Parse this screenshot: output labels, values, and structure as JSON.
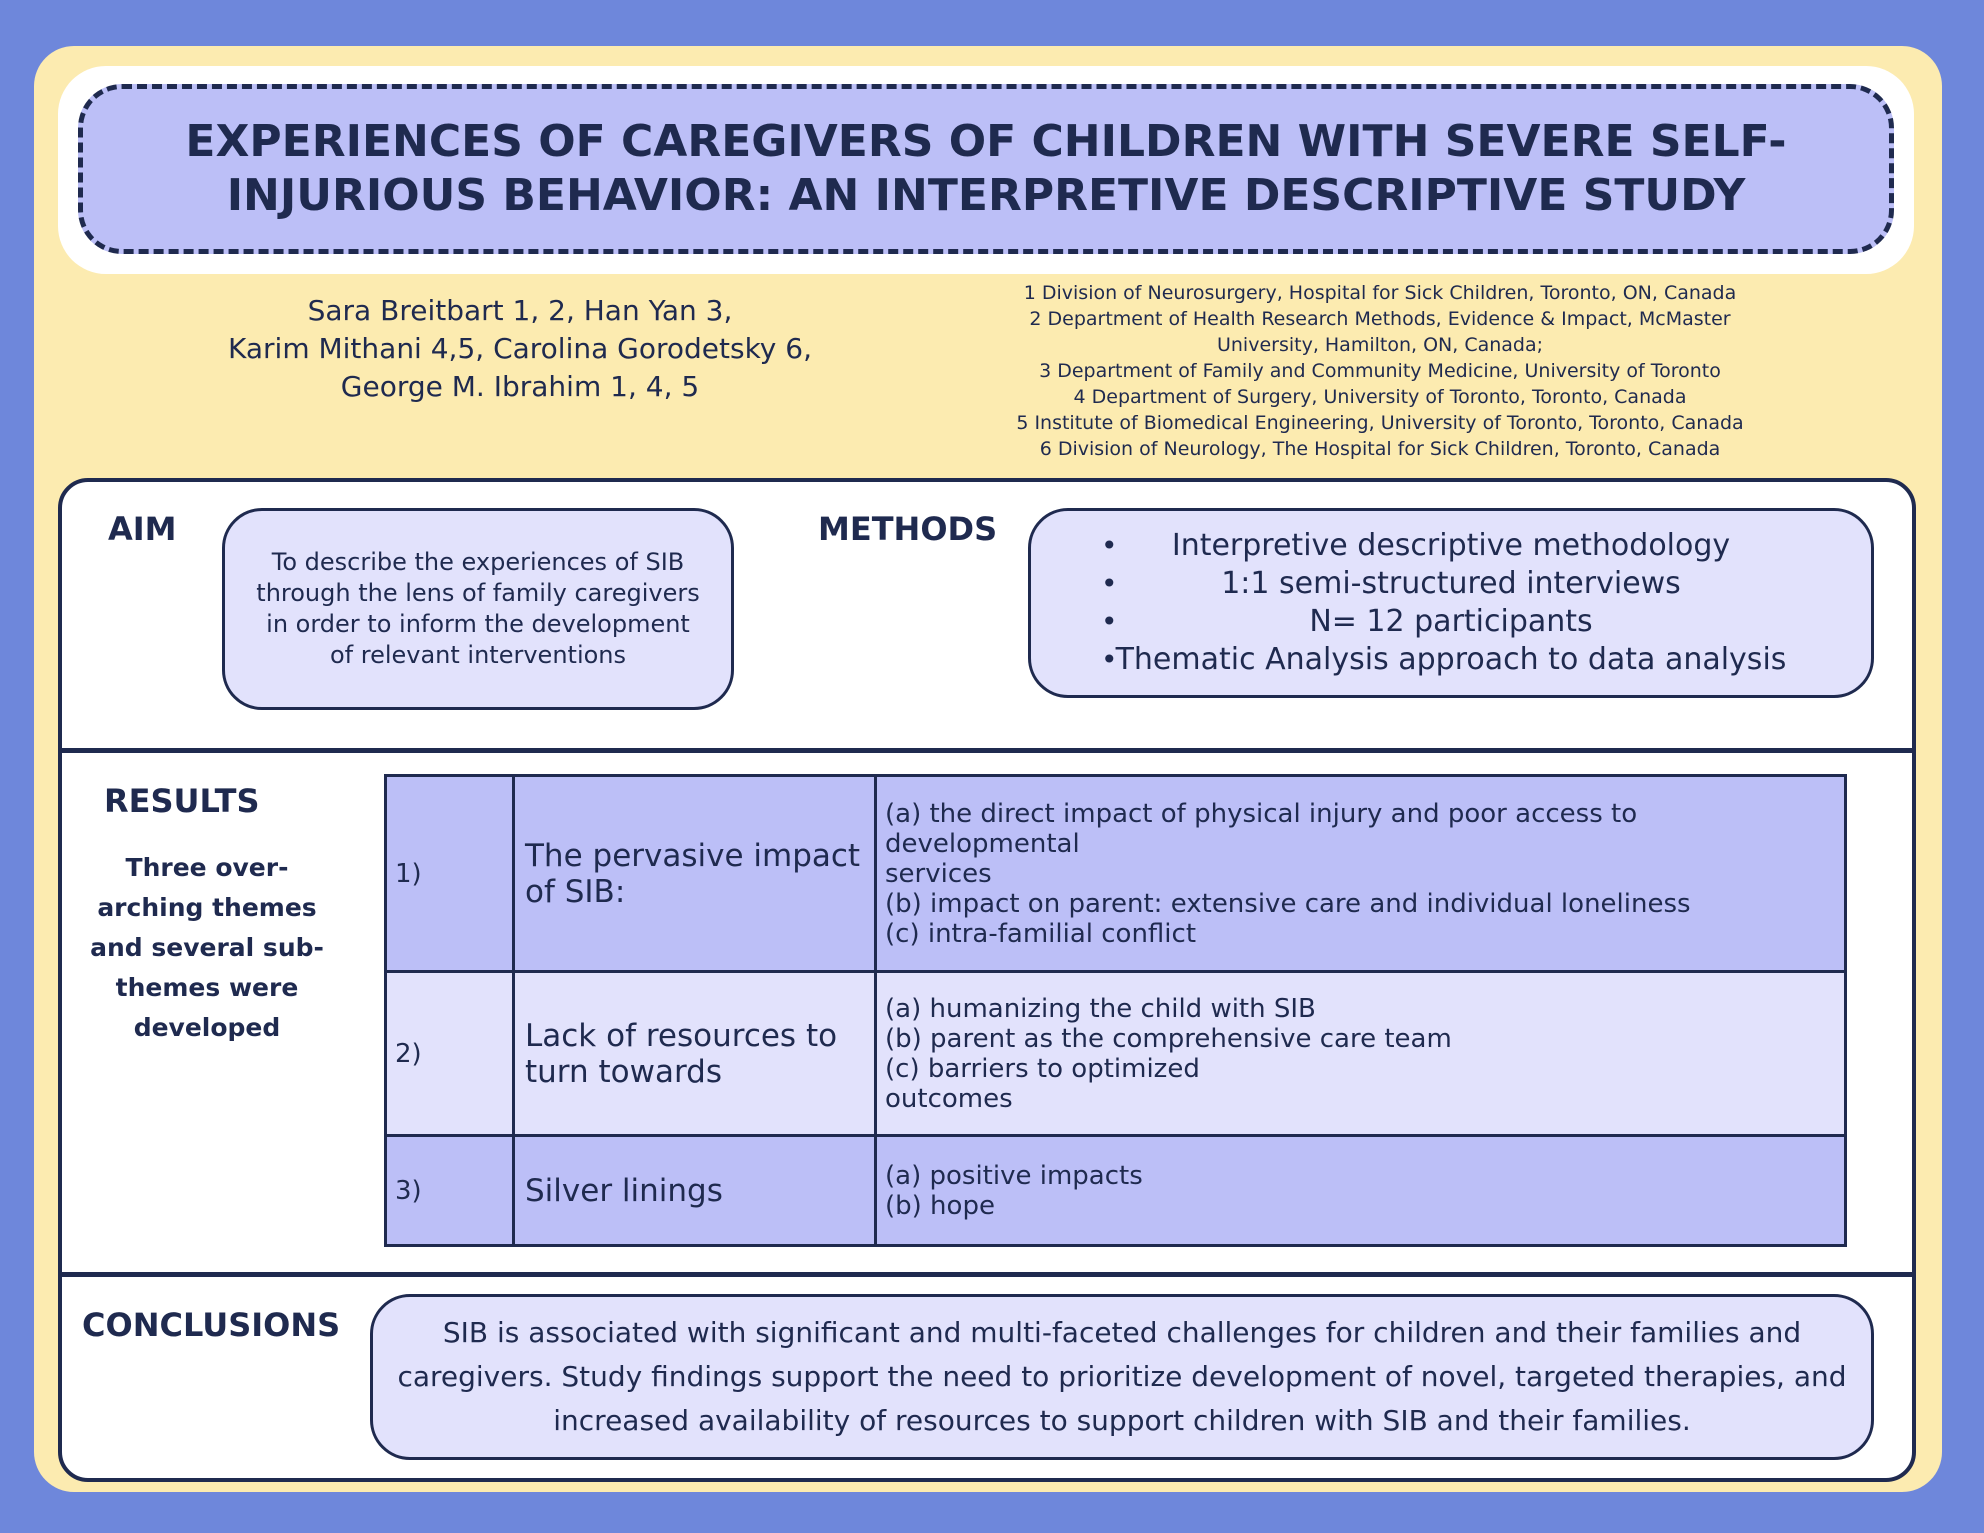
{
  "title": {
    "line1": "EXPERIENCES OF CAREGIVERS OF CHILDREN WITH SEVERE SELF-",
    "line2": "INJURIOUS BEHAVIOR: AN INTERPRETIVE DESCRIPTIVE STUDY"
  },
  "authors": [
    "Sara Breitbart 1, 2, Han Yan 3,",
    "Karim Mithani 4,5, Carolina Gorodetsky 6,",
    "George M. Ibrahim 1, 4, 5"
  ],
  "affiliations": [
    "1 Division of Neurosurgery, Hospital for Sick Children, Toronto, ON, Canada",
    "2 Department of Health Research Methods, Evidence & Impact, McMaster",
    "University, Hamilton, ON, Canada;",
    "3 Department of Family and Community Medicine, University of Toronto",
    "4 Department of Surgery, University of Toronto, Toronto, Canada",
    "5 Institute of Biomedical Engineering, University of Toronto, Toronto, Canada",
    "6 Division of Neurology, The Hospital for Sick Children, Toronto, Canada"
  ],
  "aim": {
    "heading": "AIM",
    "text": "To describe the experiences of SIB through the lens of family caregivers in order to inform the development of relevant interventions"
  },
  "methods": {
    "heading": "METHODS",
    "items": [
      "Interpretive descriptive methodology",
      "1:1 semi-structured interviews",
      "N= 12 participants",
      "Thematic Analysis approach to data analysis"
    ]
  },
  "results": {
    "heading": "RESULTS",
    "subtitle": "Three over-arching themes and several sub-themes were developed",
    "rows": [
      {
        "num": "1)",
        "theme": "The pervasive impact of SIB:",
        "subs": [
          "(a) the direct impact of physical injury and poor access to",
          "developmental",
          "services",
          "(b) impact on parent: extensive care and individual loneliness",
          "(c) intra-familial conflict"
        ]
      },
      {
        "num": "2)",
        "theme": "Lack of resources to turn towards",
        "subs": [
          "(a) humanizing the child with SIB",
          "(b) parent as the comprehensive care team",
          "(c) barriers to optimized",
          "outcomes"
        ]
      },
      {
        "num": "3)",
        "theme": "Silver linings",
        "subs": [
          "(a) positive impacts",
          "(b) hope"
        ]
      }
    ]
  },
  "conclusions": {
    "heading": "CONCLUSIONS",
    "text": "SIB is associated with significant and multi-faceted challenges for children and their families and caregivers. Study findings support the need to prioritize development of novel, targeted therapies, and increased availability of resources to support children with SIB and their families."
  },
  "colors": {
    "background": "#6e87db",
    "poster": "#fcebb0",
    "navy": "#1f2a4f",
    "lavender": "#bcbff7",
    "light_lavender": "#e2e2fc"
  }
}
